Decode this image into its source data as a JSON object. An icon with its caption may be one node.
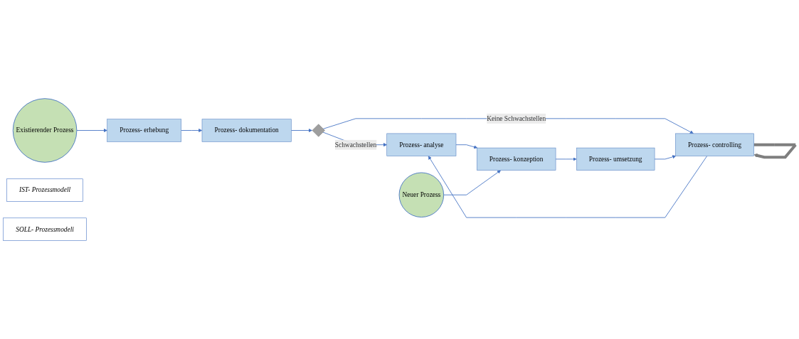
{
  "diagram": {
    "nodes": [
      {
        "text": [
          "Existierender Prozess"
        ]
      },
      {
        "text": [
          "Prozess- erhebung"
        ]
      },
      {
        "text": [
          "Prozess- dokumentation"
        ]
      },
      {
        "text": [
          "IST- Prozessmodell"
        ]
      },
      {
        "text": [],
        "shape": "diamond"
      },
      {
        "text": [
          "Prozess- analyse"
        ]
      },
      {
        "text": [
          "Neuer Prozess"
        ]
      },
      {
        "text": [
          "Prozess- konzeption"
        ]
      },
      {
        "text": [
          "SOLL- Prozessmodell"
        ]
      },
      {
        "text": [
          "Prozess- umsetzung"
        ]
      },
      {
        "text": [
          "Prozess- controlling"
        ]
      }
    ],
    "edges": [
      {
        "from": 0,
        "to": 1,
        "arrow": "to"
      },
      {
        "from": 1,
        "to": 2,
        "arrow": "to"
      },
      {
        "from": 2,
        "to": 4,
        "arrow": "to"
      },
      {
        "from": 4,
        "to": 5,
        "label": "Schwachstellen",
        "arrow": "to"
      },
      {
        "from": 4,
        "to": 10,
        "label": "Keine Schwachstellen",
        "arrow": "to"
      },
      {
        "from": 10,
        "to": 5,
        "arrow": "to"
      },
      {
        "from": 5,
        "to": 7,
        "arrow": "to"
      },
      {
        "from": 6,
        "to": 7,
        "arrow": "to"
      },
      {
        "from": 7,
        "to": 9,
        "arrow": "to"
      },
      {
        "from": 9,
        "to": 10,
        "arrow": "to"
      },
      {
        "from": 10,
        "to": 10,
        "arrow": "to",
        "style": "thick",
        "color": "#7f7f7f"
      }
    ]
  }
}
